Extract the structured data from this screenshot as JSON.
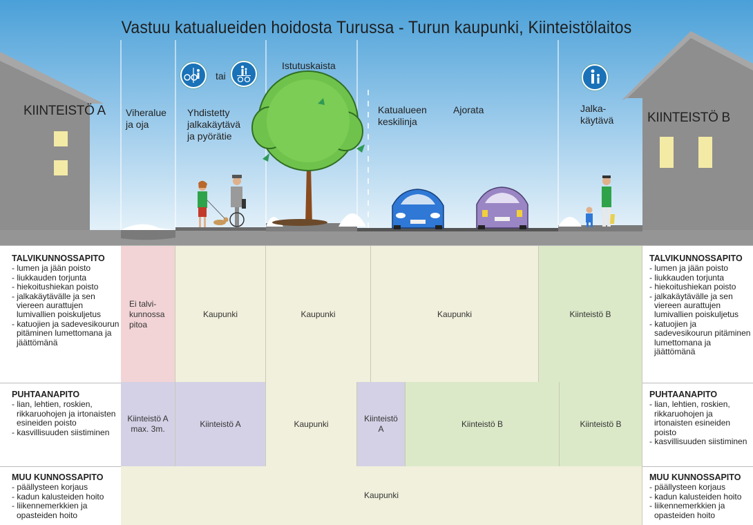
{
  "title": "Vastuu katualueiden hoidosta Turussa  -  Turun kaupunki, Kiinteistölaitos",
  "scene_labels": {
    "house_a": "KIINTEISTÖ A",
    "house_b": "KIINTEISTÖ B",
    "viheralue": [
      "Viheralue",
      "ja oja"
    ],
    "yhdistetty": [
      "Yhdistetty",
      "jalkakäytävä",
      "ja pyörätie"
    ],
    "tai": "tai",
    "istutuskaista": "Istutuskaista",
    "keskilinja": [
      "Katualueen",
      "keskilinja"
    ],
    "ajorata": "Ajorata",
    "jalkakaytava": [
      "Jalka-",
      "käytävä"
    ]
  },
  "sections": {
    "talvi": {
      "heading": "TALVIKUNNOSSAPITO",
      "items": [
        "lumen ja jään poisto",
        "liukkauden torjunta",
        "hiekoitushiekan poisto",
        "jalkakäytävälle ja sen viereen aurattujen lumivallien poiskuljetus",
        "katuojien ja sadevesikourun pitäminen lumettomana ja jäättömänä"
      ],
      "cells": [
        "Ei talvi-kunnossa pitoa",
        "Kaupunki",
        "Kaupunki",
        "Kaupunki",
        "Kiinteistö B"
      ]
    },
    "puhtaana": {
      "heading": "PUHTAANAPITO",
      "items": [
        "lian, lehtien, roskien, rikkaruohojen ja irtonaisten esineiden poisto",
        "kasvillisuuden siistiminen"
      ],
      "cells": [
        "Kiinteistö A max. 3m.",
        "Kiinteistö A",
        "Kaupunki",
        "Kiinteistö A",
        "Kiinteistö B",
        "Kiinteistö B"
      ]
    },
    "muu": {
      "heading": "MUU KUNNOSSAPITO",
      "items": [
        "päällysteen korjaus",
        "kadun kalusteiden hoito",
        "liikennemerkkien ja opasteiden hoito"
      ],
      "cells": [
        "Kaupunki"
      ]
    }
  },
  "colors": {
    "sky_top": "#5aa8dc",
    "sky_bottom": "#eaf4fb",
    "ground": "#8e8e8e",
    "house": "#8e8e8e",
    "window": "#f3eaa6",
    "pink": "#f2d4d6",
    "lavender": "#d4d1e6",
    "beige": "#f1f0dc",
    "green": "#dbe9c8",
    "tree_green": "#6fc24b",
    "car_blue": "#2f78d6",
    "car_purple": "#9a86c4",
    "sign_blue": "#1a72b8"
  }
}
